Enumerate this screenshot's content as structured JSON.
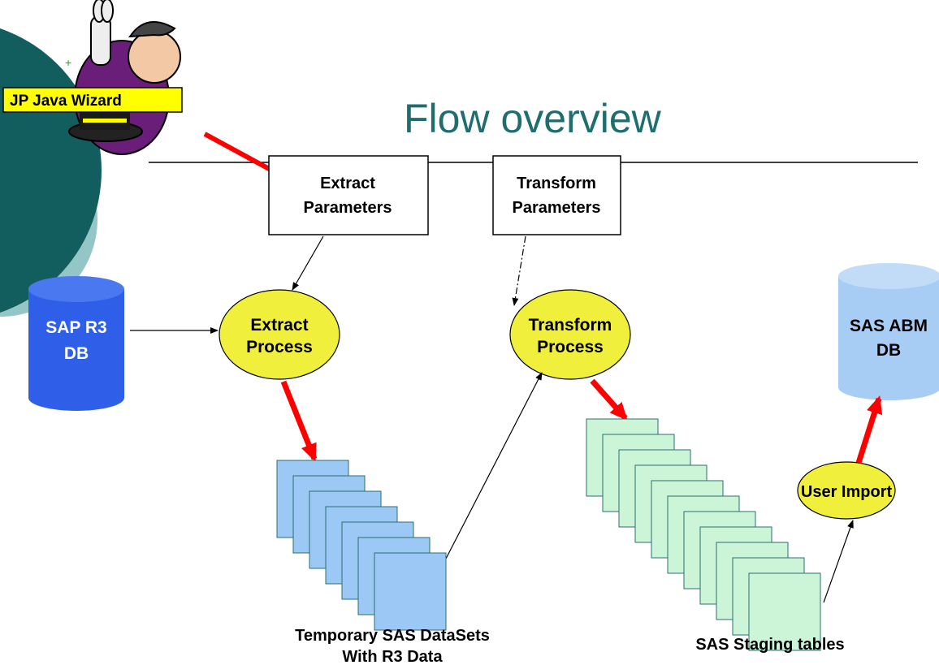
{
  "title": "Flow overview",
  "wizard_label": "JP Java Wizard",
  "boxes": {
    "extract_params": [
      "Extract",
      "Parameters"
    ],
    "transform_params": [
      "Transform",
      "Parameters"
    ]
  },
  "processes": {
    "extract": [
      "Extract",
      "Process"
    ],
    "transform": [
      "Transform",
      "Process"
    ],
    "user_import": "User Import"
  },
  "databases": {
    "sap": [
      "SAP R3",
      "DB"
    ],
    "sas_abm": [
      "SAS ABM",
      "DB"
    ]
  },
  "stacks": {
    "temp_label": [
      "Temporary SAS DataSets",
      "With R3 Data"
    ],
    "staging_label": "SAS Staging tables"
  },
  "colors": {
    "title": "#1f6e6e",
    "ellipse": "#f0f03c",
    "sap_db": "#2f5fe8",
    "abm_db": "#a8cdf5",
    "temp_sheet": "#9cc8f5",
    "staging_sheet": "#ccf5d8",
    "wizard_label_bg": "#ffff00",
    "arrow_red": "#ff0000",
    "deco_dark": "#125e5e",
    "deco_light": "#94c6c8"
  }
}
